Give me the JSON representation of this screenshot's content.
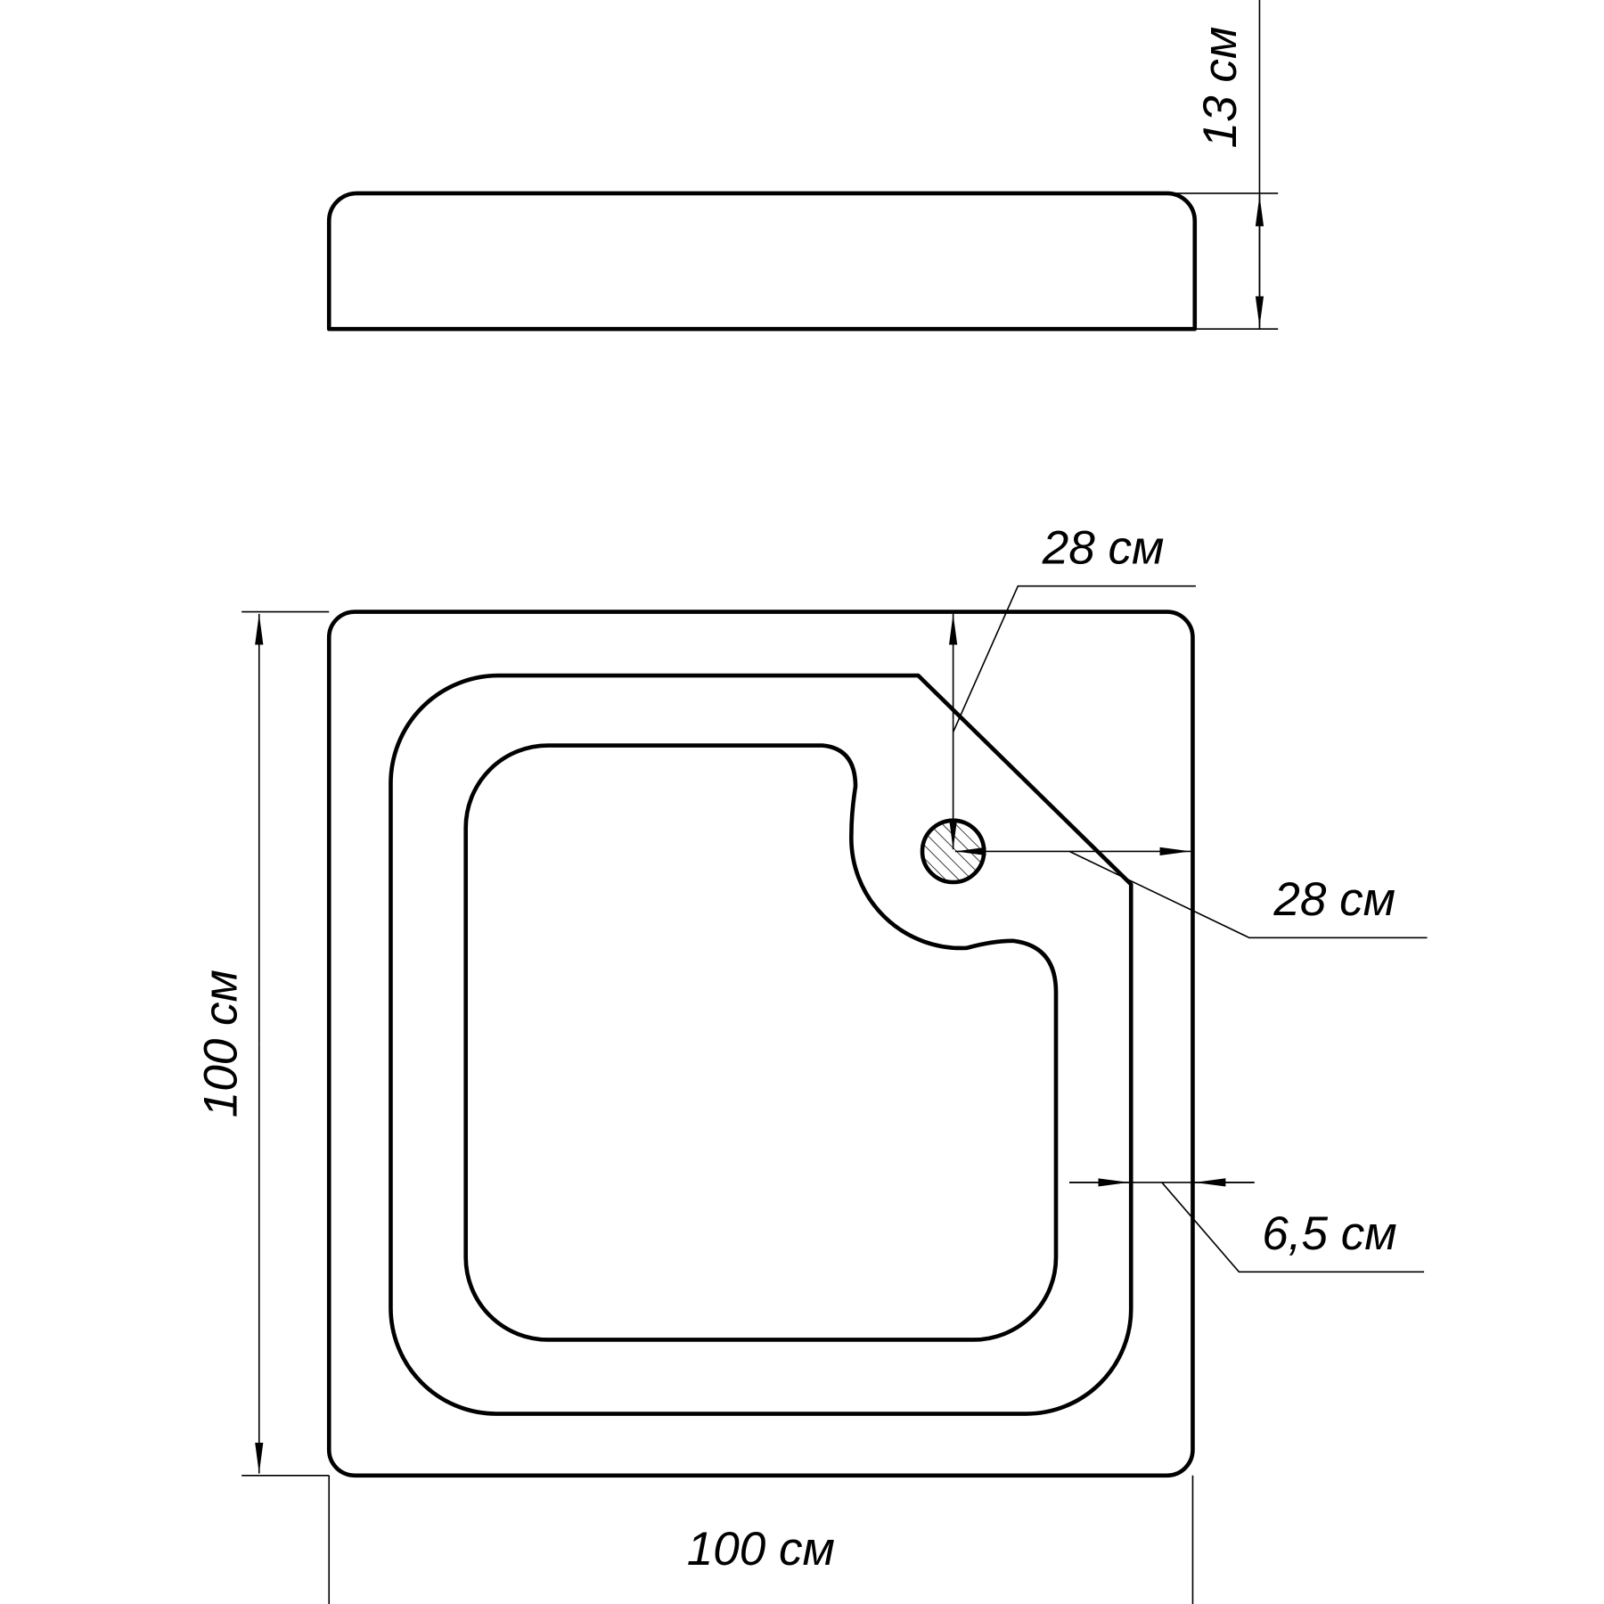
{
  "dimensions": {
    "height": "13 см",
    "drain_from_top": "28 см",
    "drain_from_side": "28 см",
    "rim_width": "6,5 см",
    "depth": "100 см",
    "width": "100 см"
  },
  "colors": {
    "line": "#000000",
    "background": "#ffffff"
  }
}
